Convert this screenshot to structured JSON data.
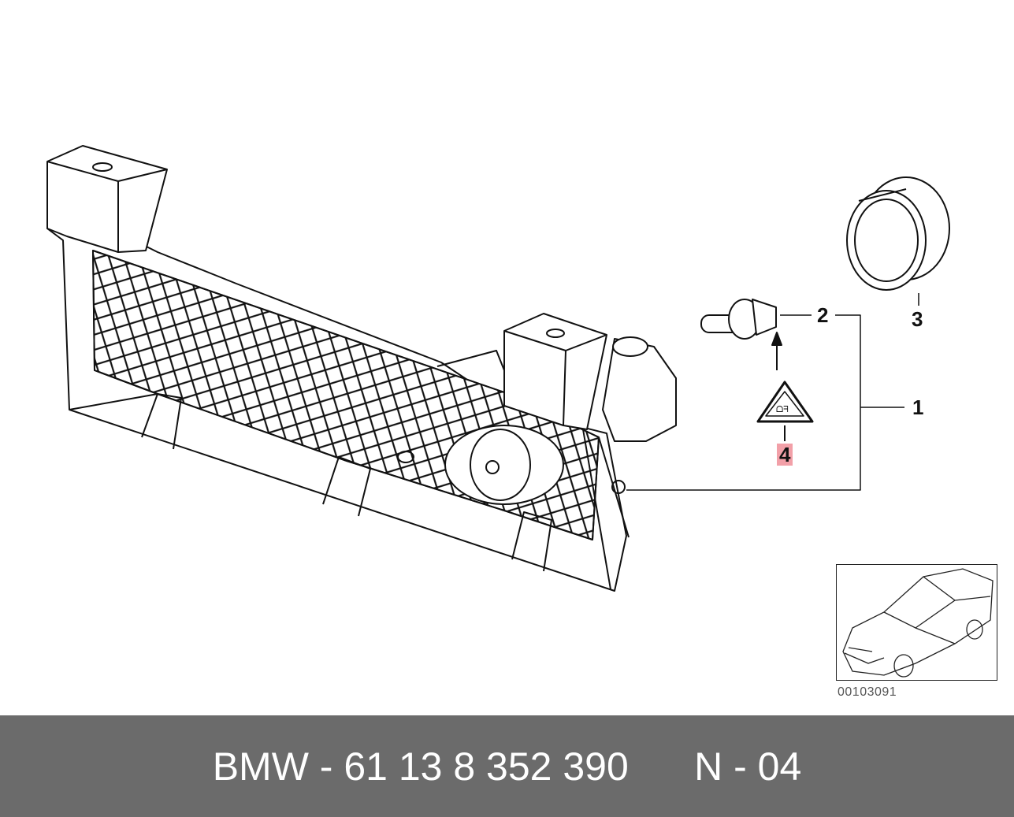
{
  "callouts": {
    "c1": "1",
    "c2": "2",
    "c3": "3",
    "c4": "4"
  },
  "figure_code": "00103091",
  "footer": {
    "part_ref": "BMW - 61 13 8 352 390",
    "note": "N - 04"
  },
  "colors": {
    "footer_bg": "#6b6b6b",
    "footer_text": "#ffffff",
    "highlight": "#f2a0a8",
    "line": "#111111"
  }
}
